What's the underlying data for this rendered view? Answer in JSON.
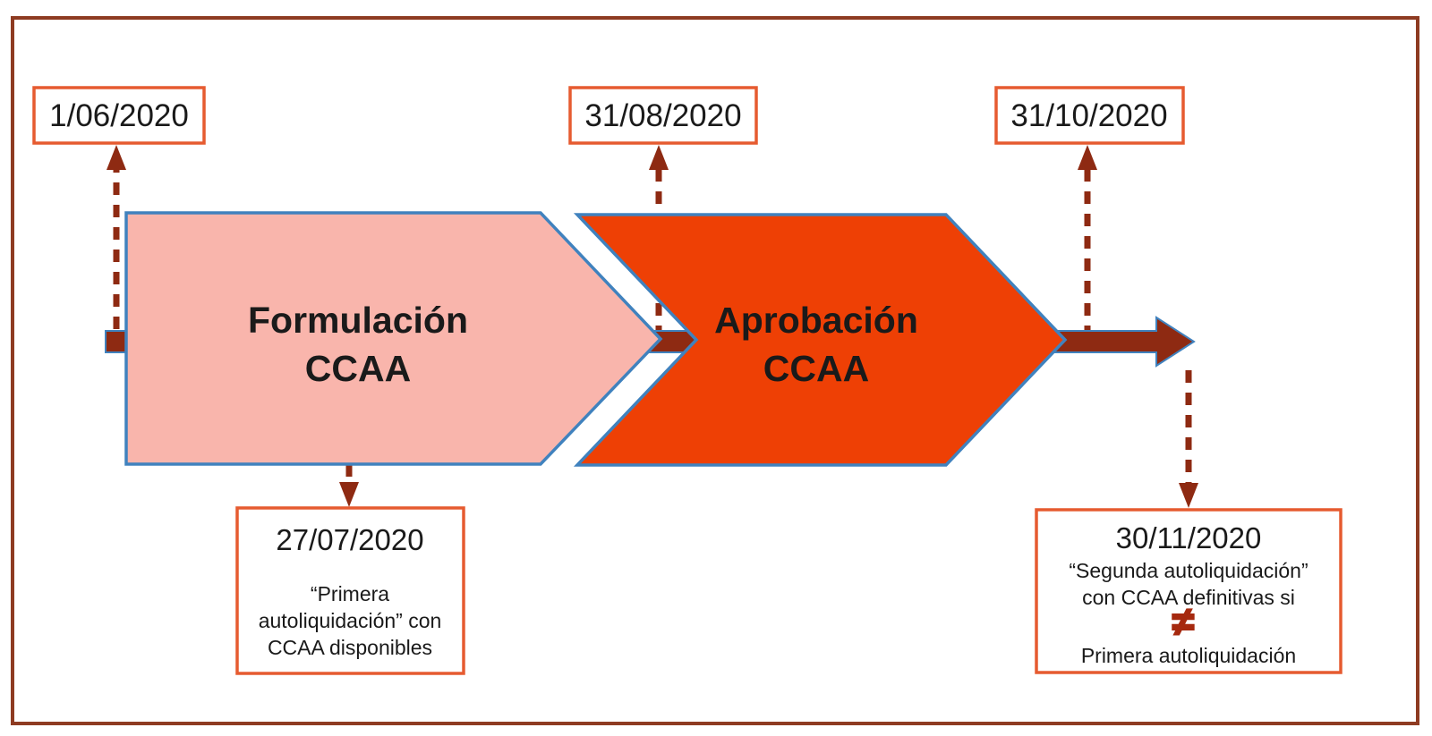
{
  "colors": {
    "outer_border": "#8E3B22",
    "date_box_border": "#E65B30",
    "shape_border": "#4082BE",
    "pink_fill": "#F9B5AC",
    "red_fill": "#EE4005",
    "maroon": "#8E2A12",
    "not_equal": "#A6290F",
    "text": "#1A1A1A",
    "background": "#FFFFFF"
  },
  "timeline": {
    "milestones_top": {
      "date_1": "1/06/2020",
      "date_2": "31/08/2020",
      "date_3": "31/10/2020"
    },
    "stage_1": {
      "line1": "Formulación",
      "line2": "CCAA"
    },
    "stage_2": {
      "line1": "Aprobación",
      "line2": "CCAA"
    },
    "note_1": {
      "date": "27/07/2020",
      "lines": [
        "“Primera",
        "autoliquidación” con",
        "CCAA disponibles"
      ]
    },
    "note_2": {
      "date": "30/11/2020",
      "lines": [
        "“Segunda autoliquidación”",
        "con CCAA definitivas si"
      ],
      "symbol": "≠",
      "line_after": "Primera autoliquidación"
    }
  }
}
